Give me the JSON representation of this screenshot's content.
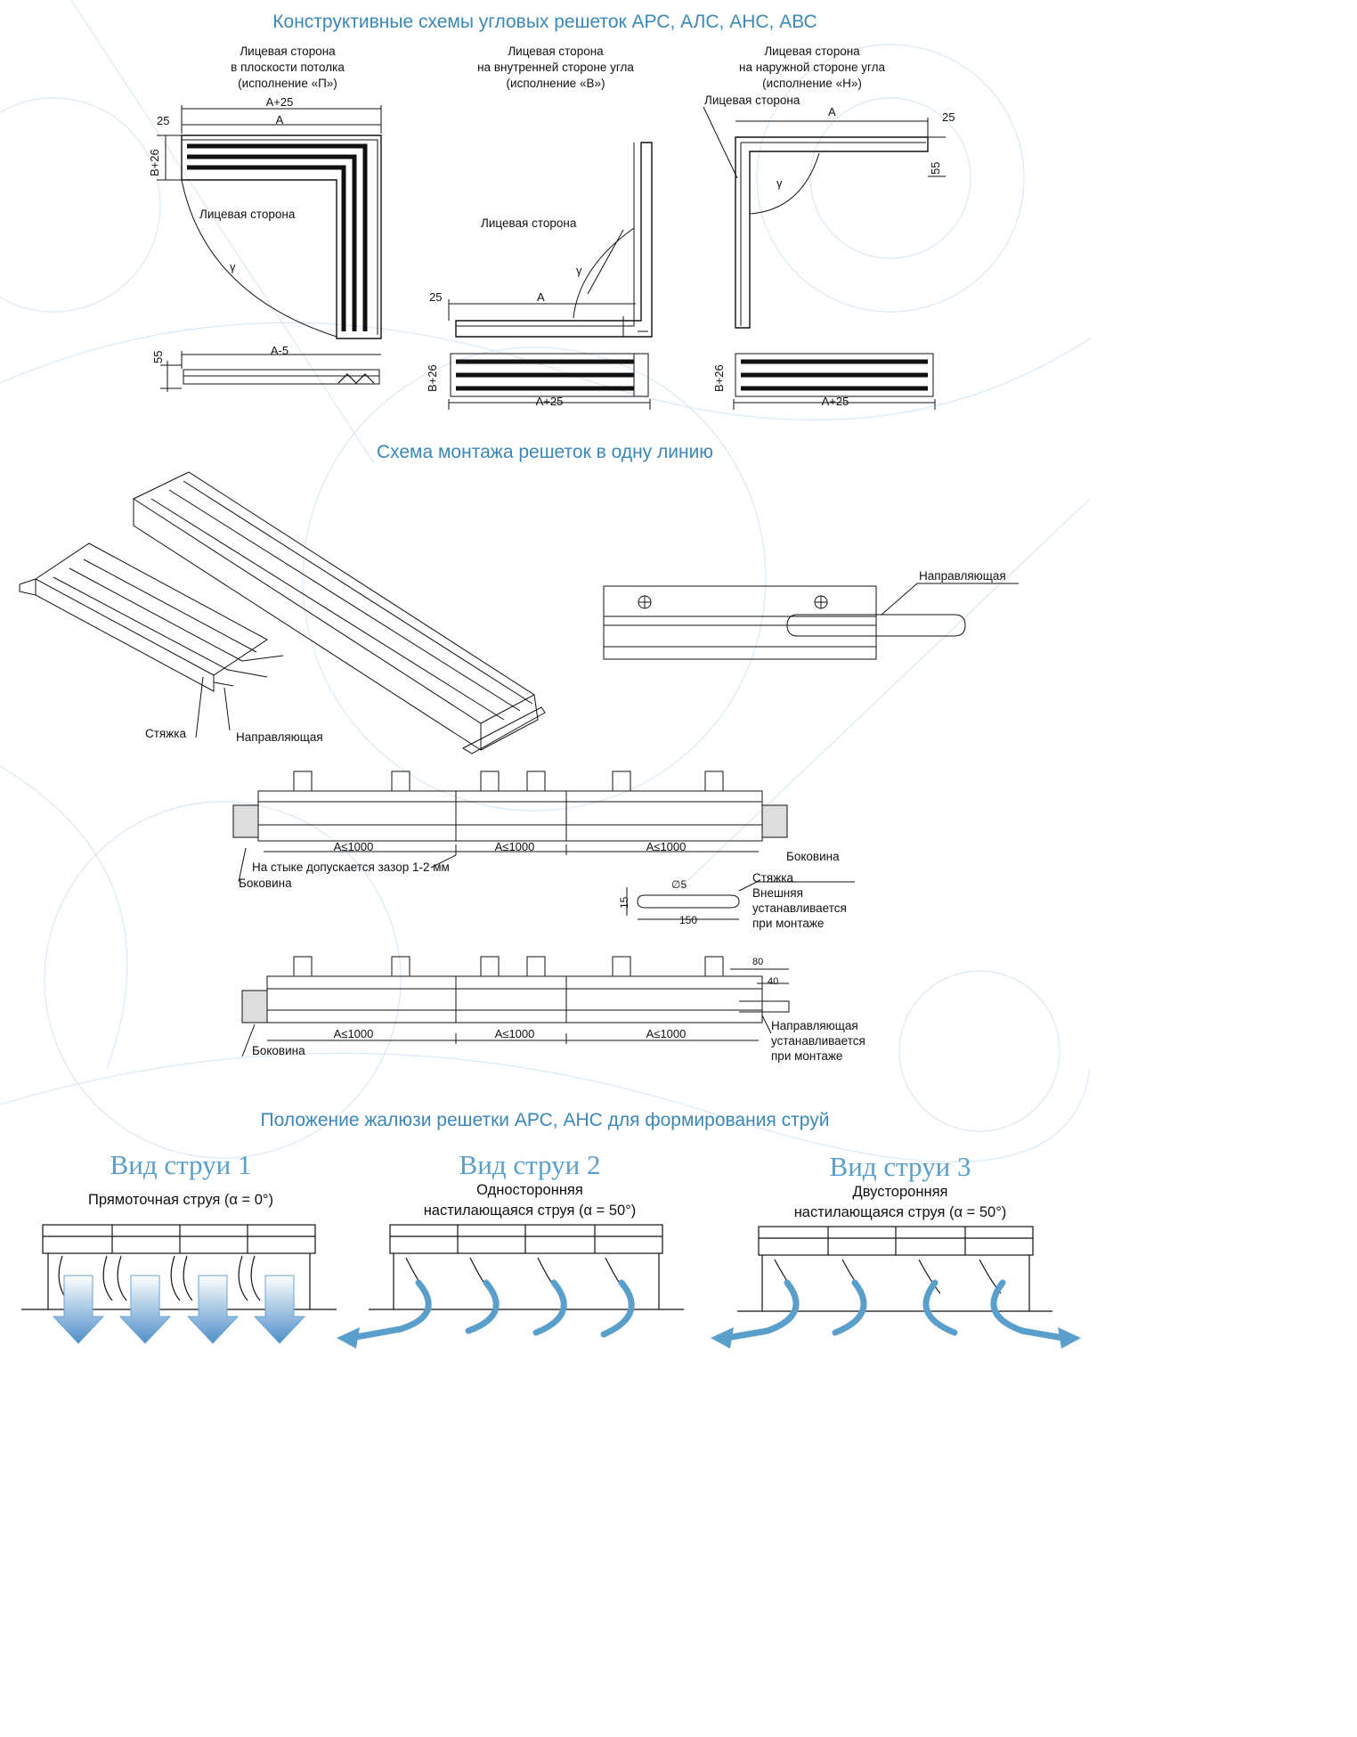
{
  "titles": {
    "t1": "Конструктивные схемы угловых решеток АРС, АЛС,  АНС, АВС",
    "t2": "Схема монтажа решеток в одну линию",
    "t3": "Положение жалюзи решетки АРС, АНС для формирования струй"
  },
  "corner": {
    "p_header": [
      "Лицевая сторона",
      "в плоскости потолка",
      "(исполнение «П»)"
    ],
    "v_header": [
      "Лицевая сторона",
      "на внутренней стороне угла",
      "(исполнение «В»)"
    ],
    "n_header": [
      "Лицевая сторона",
      "на наружной стороне угла",
      "(исполнение «Н»)"
    ],
    "face_side": "Лицевая сторона",
    "gamma": "γ",
    "dims": {
      "a_plus_25": "А+25",
      "a": "А",
      "a_minus_5": "А-5",
      "d25": "25",
      "d55": "55",
      "b_plus_26": "В+26"
    }
  },
  "mount": {
    "guide": "Направляющая",
    "tie": "Стяжка",
    "a_le_1000": "А≤1000",
    "gap_note": "На стыке допускается зазор 1-2 мм",
    "side": "Боковина",
    "tie_note": [
      "Стяжка",
      "Внешняя",
      "устанавливается",
      "при монтаже"
    ],
    "guide_note": [
      "Направляющая",
      "устанавливается",
      "при монтаже"
    ],
    "d15": "15",
    "d150": "150",
    "d5": "∅5",
    "d80": "80",
    "d40": "40"
  },
  "jets": [
    {
      "title": "Вид струи 1",
      "lines": [
        "Прямоточная струя (α = 0°)"
      ]
    },
    {
      "title": "Вид струи 2",
      "lines": [
        "Односторонняя",
        "настилающаяся струя (α = 50°)"
      ]
    },
    {
      "title": "Вид струи 3",
      "lines": [
        "Двусторонняя",
        "настилающаяся струя (α = 50°)"
      ]
    }
  ],
  "colors": {
    "accent": "#3b87b8",
    "flow": "#5a9fcc",
    "line": "#111111"
  }
}
